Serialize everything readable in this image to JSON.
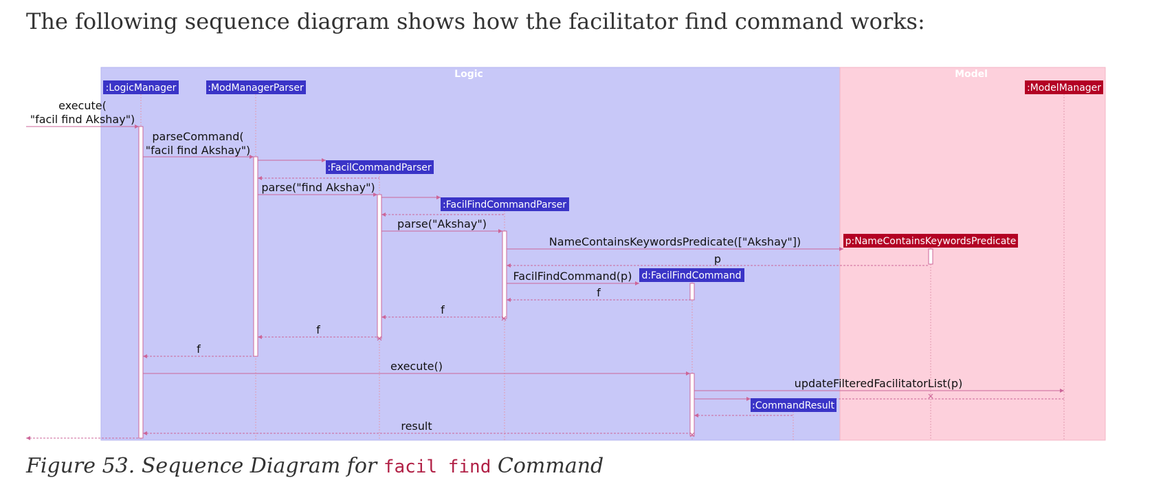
{
  "intro": "The following sequence diagram shows how the facilitator find command works:",
  "caption": {
    "prefix": "Figure 53. Sequence Diagram for",
    "code": "facil find",
    "suffix": "Command"
  },
  "colors": {
    "logic_bg": "#c8c8f8",
    "model_bg": "#fdd0dc",
    "logic_box": "#3a34c7",
    "model_box": "#b30024",
    "arrow": "#cc6699",
    "lifeline": "#e29ab0"
  },
  "diagram": {
    "packages": {
      "logic": "Logic",
      "model": "Model"
    },
    "participants": {
      "logic_manager": ":LogicManager",
      "mod_manager_parser": ":ModManagerParser",
      "facil_command_parser": ":FacilCommandParser",
      "facil_find_command_parser": ":FacilFindCommandParser",
      "predicate": "p:NameContainsKeywordsPredicate",
      "facil_find_command": "d:FacilFindCommand",
      "command_result": ":CommandResult",
      "model_manager": ":ModelManager"
    },
    "messages": {
      "execute_1": "execute(",
      "execute_2": "\"facil find Akshay\")",
      "parse_command_1": "parseCommand(",
      "parse_command_2": "\"facil find Akshay\")",
      "parse_find": "parse(\"find Akshay\")",
      "parse_akshay": "parse(\"Akshay\")",
      "predicate_create": "NameContainsKeywordsPredicate([\"Akshay\"])",
      "return_p": "p",
      "command_create": "FacilFindCommand(p)",
      "return_f_1": "f",
      "return_f_2": "f",
      "return_f_3": "f",
      "return_f_4": "f",
      "execute_call": "execute()",
      "update_filtered": "updateFilteredFacilitatorList(p)",
      "result": "result"
    }
  }
}
